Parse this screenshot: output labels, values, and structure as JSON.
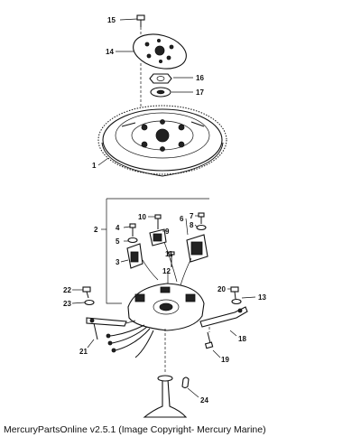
{
  "callouts": {
    "c1": "1",
    "c2": "2",
    "c3": "3",
    "c4": "4",
    "c5": "5",
    "c6": "6",
    "c7": "7",
    "c8": "8",
    "c9": "9",
    "c10": "10",
    "c11": "11",
    "c12": "12",
    "c13": "13",
    "c14": "14",
    "c15": "15",
    "c16": "16",
    "c17": "17",
    "c18": "18",
    "c19": "19",
    "c20": "20",
    "c21": "21",
    "c22": "22",
    "c23": "23",
    "c24": "24"
  },
  "footer": {
    "text": "MercuryPartsOnline v2.5.1 (Image Copyright- Mercury Marine)"
  }
}
